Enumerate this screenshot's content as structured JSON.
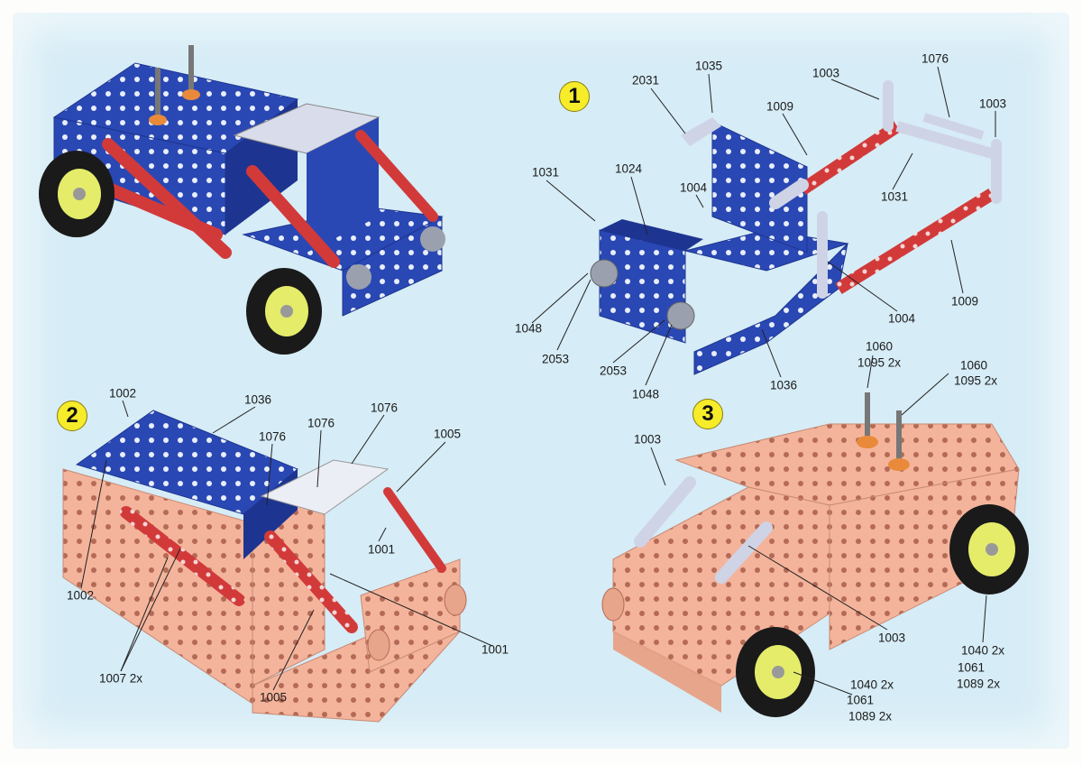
{
  "steps": [
    {
      "number": "1",
      "labels": [
        "2031",
        "1035",
        "1003",
        "1076",
        "1009",
        "1003",
        "1031",
        "1024",
        "1004",
        "1031",
        "1048",
        "2053",
        "2053",
        "1048",
        "1036",
        "1004",
        "1009"
      ]
    },
    {
      "number": "2",
      "labels": [
        "1002",
        "1036",
        "1076",
        "1076",
        "1076",
        "1005",
        "1001",
        "1002",
        "1007 2x",
        "1005",
        "1001"
      ]
    },
    {
      "number": "3",
      "labels": [
        "1060",
        "1095 2x",
        "1060",
        "1095 2x",
        "1003",
        "1003",
        "1040 2x",
        "1061",
        "1089 2x",
        "1040 2x",
        "1061",
        "1089 2x"
      ]
    }
  ],
  "colors": {
    "blue": "#2a48b4",
    "red": "#d23a3a",
    "pink": "#f4b49c",
    "silver": "#cfd3e6",
    "badge": "#f6ec2a",
    "background": "#d6ecf6"
  }
}
